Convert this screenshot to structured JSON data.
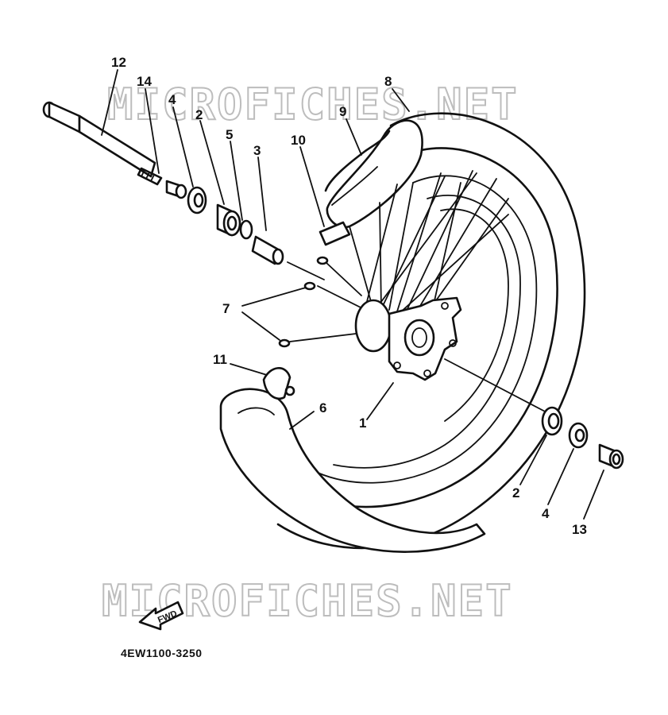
{
  "diagram": {
    "watermark": "MICROFICHES.NET",
    "part_code": "4EW1100-3250",
    "direction_label": "FWD",
    "callouts": [
      {
        "id": "12",
        "label": "12"
      },
      {
        "id": "14",
        "label": "14"
      },
      {
        "id": "4a",
        "label": "4"
      },
      {
        "id": "2a",
        "label": "2"
      },
      {
        "id": "5",
        "label": "5"
      },
      {
        "id": "3",
        "label": "3"
      },
      {
        "id": "10",
        "label": "10"
      },
      {
        "id": "9",
        "label": "9"
      },
      {
        "id": "8",
        "label": "8"
      },
      {
        "id": "7",
        "label": "7"
      },
      {
        "id": "11",
        "label": "11"
      },
      {
        "id": "6",
        "label": "6"
      },
      {
        "id": "1",
        "label": "1"
      },
      {
        "id": "2b",
        "label": "2"
      },
      {
        "id": "4b",
        "label": "4"
      },
      {
        "id": "13",
        "label": "13"
      }
    ]
  }
}
